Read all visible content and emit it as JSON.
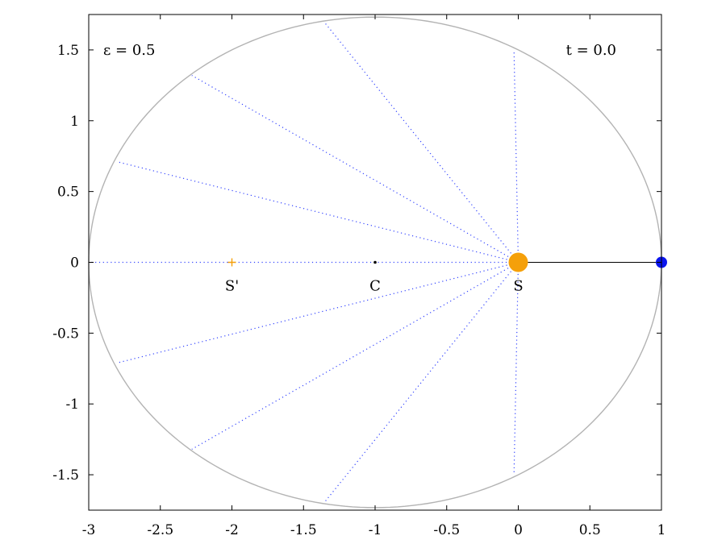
{
  "chart_data": {
    "type": "scatter",
    "title": "",
    "xlabel": "",
    "ylabel": "",
    "xlim": [
      -3,
      1
    ],
    "ylim": [
      -1.75,
      1.75
    ],
    "grid": false,
    "x_ticks": [
      -3,
      -2.5,
      -2,
      -1.5,
      -1,
      -0.5,
      0,
      0.5,
      1
    ],
    "x_tick_labels": [
      "-3",
      "-2.5",
      "-2",
      "-1.5",
      "-1",
      "-0.5",
      "0",
      "0.5",
      "1"
    ],
    "y_ticks": [
      -1.5,
      -1,
      -0.5,
      0,
      0.5,
      1,
      1.5
    ],
    "y_tick_labels": [
      "-1.5",
      "-1",
      "-0.5",
      "0",
      "0.5",
      "1",
      "1.5"
    ],
    "ellipse": {
      "center": [
        -1,
        0
      ],
      "semi_major": 2,
      "semi_minor": 1.7320508,
      "color": "#b3b3b3"
    },
    "radial_lines_endpoints": [
      [
        -3,
        0
      ],
      [
        -2.8,
        0.71
      ],
      [
        -2.28,
        1.32
      ],
      [
        -1.35,
        1.69
      ],
      [
        -0.03,
        1.5
      ],
      [
        -0.03,
        -1.5
      ],
      [
        -1.35,
        -1.69
      ],
      [
        -2.28,
        -1.32
      ],
      [
        -2.8,
        -0.71
      ]
    ],
    "radial_color": "#3344ff",
    "points": [
      {
        "label": "S'",
        "x": -2,
        "y": 0,
        "marker": "plus",
        "color": "#f5a00a"
      },
      {
        "label": "C",
        "x": -1,
        "y": 0,
        "marker": "dot",
        "color": "#000000"
      },
      {
        "label": "S",
        "x": 0,
        "y": 0,
        "marker": "sun",
        "color": "#f5a00a"
      }
    ],
    "planet": {
      "x": 1,
      "y": 0,
      "color": "#0a14ee"
    },
    "annotations": {
      "eccentricity": "ε =  0.5",
      "time": "t =  0.0"
    }
  }
}
